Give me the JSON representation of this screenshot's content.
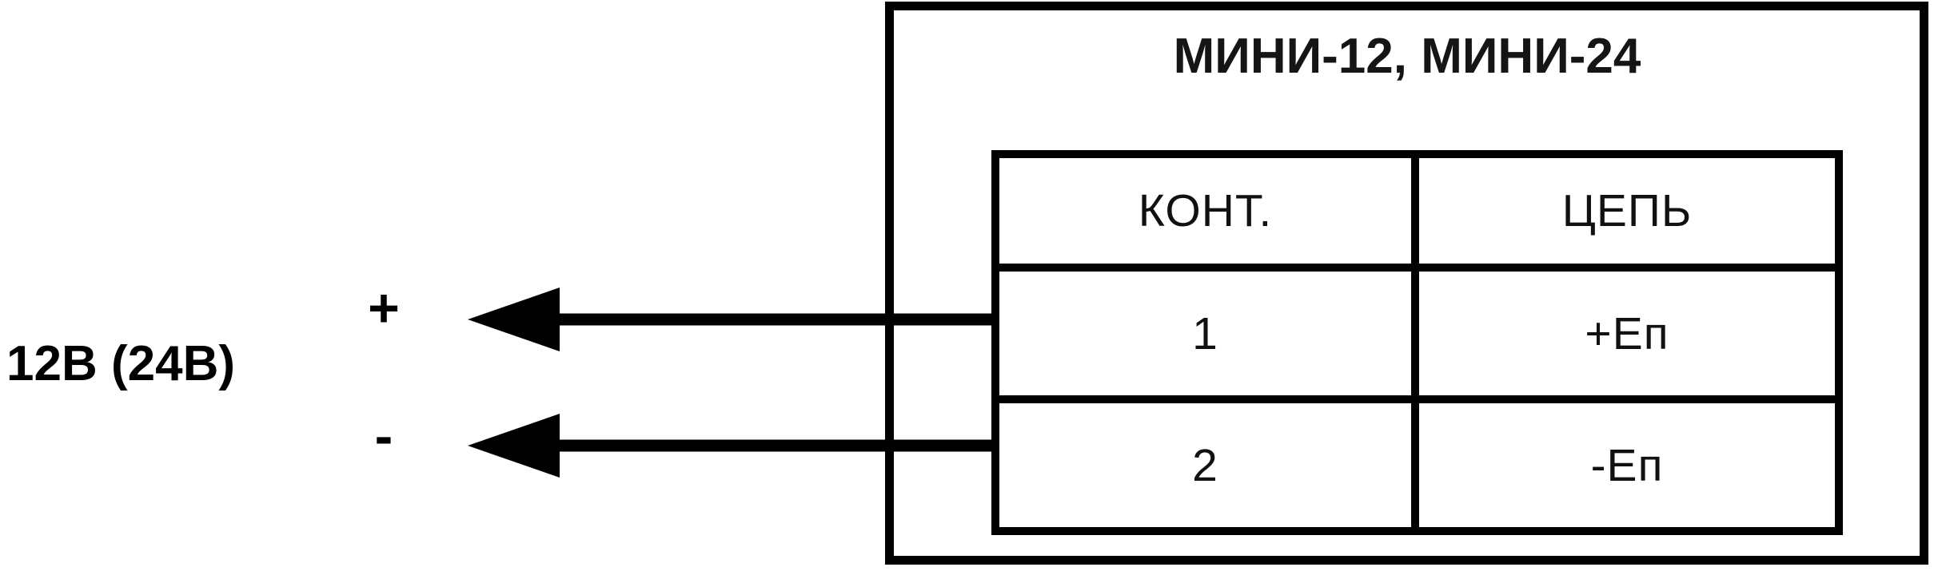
{
  "device": {
    "title": "МИНИ-12, МИНИ-24"
  },
  "pin_table": {
    "headers": [
      "КОНТ.",
      "ЦЕПЬ"
    ],
    "rows": [
      {
        "contact": "1",
        "circuit": "+Eп"
      },
      {
        "contact": "2",
        "circuit": "-Eп"
      }
    ]
  },
  "power_supply": {
    "label": "12В (24В)",
    "plus_sign": "+",
    "minus_sign": "-"
  },
  "wires": [
    {
      "name": "positive-wire",
      "from_pin": "1",
      "direction": "left"
    },
    {
      "name": "negative-wire",
      "from_pin": "2",
      "direction": "left"
    }
  ],
  "colors": {
    "line": "#000000",
    "text": "#111111",
    "background": "#ffffff"
  }
}
